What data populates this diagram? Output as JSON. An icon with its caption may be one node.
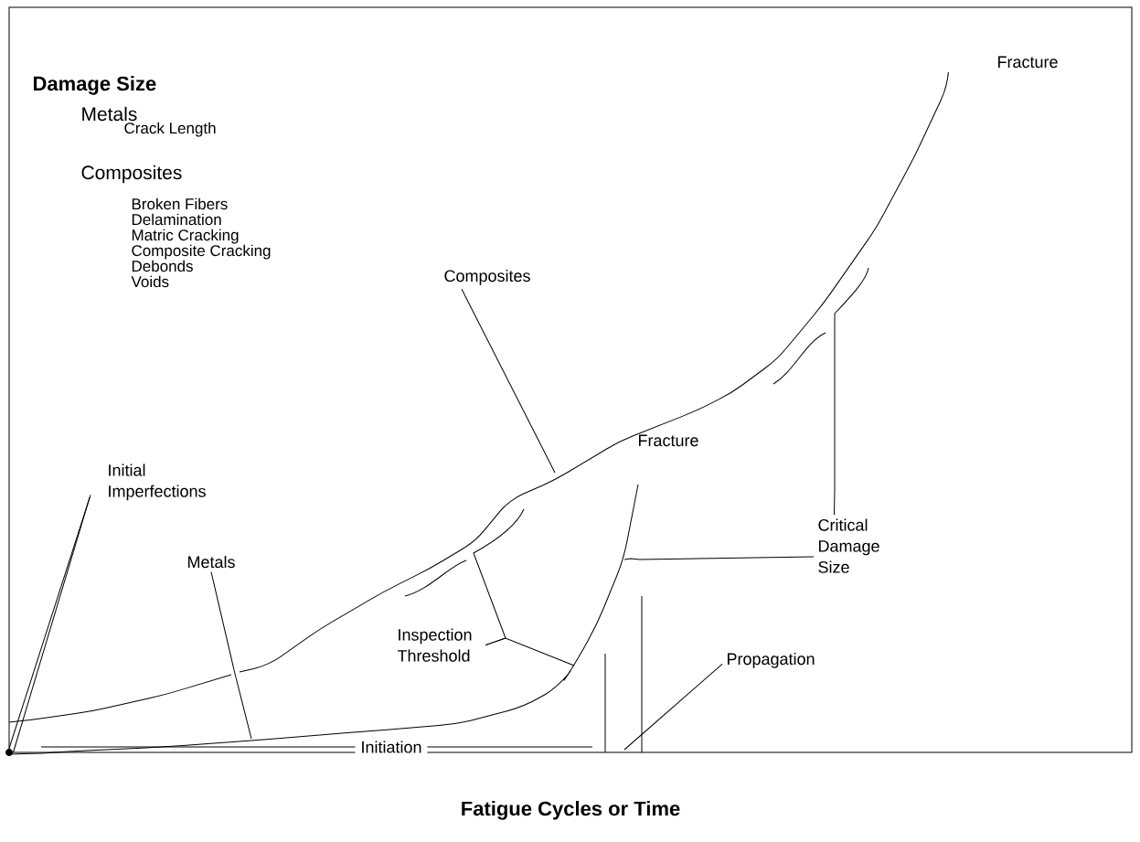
{
  "diagram": {
    "nodes": [
      {
        "text": [
          "Initial Imperfections"
        ]
      },
      {
        "text": [],
        "shape": "circle"
      },
      {
        "text": [
          "Metals"
        ]
      },
      {
        "text": [
          "Composites"
        ]
      },
      {
        "text": [
          "Inspection Threshold"
        ]
      },
      {
        "text": [
          "Critical Damage Size"
        ]
      },
      {
        "text": [
          "Propagation"
        ]
      }
    ],
    "edges": [
      {
        "from": 0,
        "to": 1,
        "arrow": "none"
      },
      {
        "from": 0,
        "to": 1,
        "arrow": "none"
      },
      {
        "from": 2,
        "to": null,
        "arrow": "none"
      },
      {
        "from": 3,
        "to": null,
        "arrow": "none"
      },
      {
        "from": 4,
        "to": null,
        "arrow": "none"
      },
      {
        "from": 4,
        "to": null,
        "arrow": "none"
      },
      {
        "from": 5,
        "to": null,
        "arrow": "none"
      },
      {
        "from": 5,
        "to": null,
        "arrow": "none"
      },
      {
        "from": 6,
        "to": null,
        "arrow": "none"
      }
    ],
    "labels": [
      "Damage Size",
      "Metals",
      "Crack Length",
      "Composites",
      "Broken Fibers",
      "Delamination",
      "Matric Cracking",
      "Composite Cracking",
      "Debonds",
      "Voids",
      "Fracture",
      "Fracture",
      "Initiation",
      "Fatigue Cycles or Time"
    ]
  }
}
